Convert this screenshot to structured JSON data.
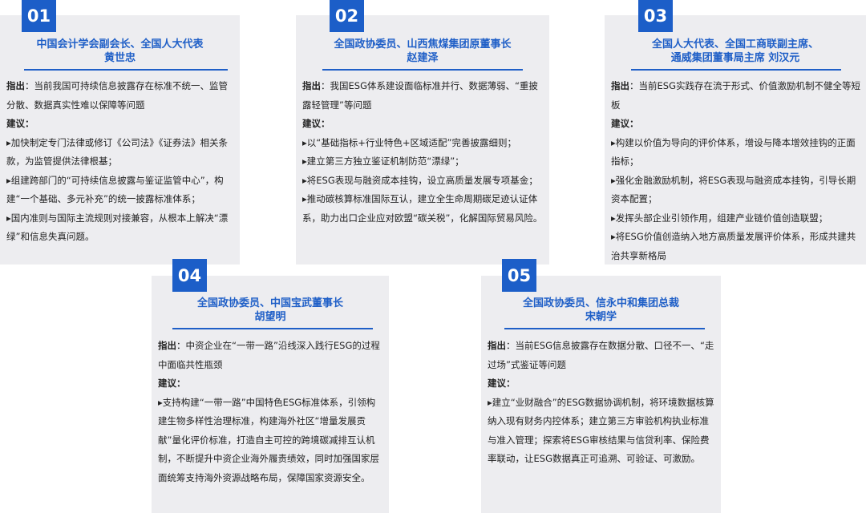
{
  "colors": {
    "accent": "#1c5ec8",
    "card_bg": "#ededf0",
    "text": "#222222"
  },
  "cards": [
    {
      "number": "01",
      "title_line1": "中国会计学会副会长、全国人大代表",
      "title_line2": "黄世忠",
      "points_label": "指出",
      "points_text": "：当前我国可持续信息披露存在标准不统一、监管分散、数据真实性难以保障等问题",
      "suggest_label": "建议：",
      "items": [
        "▸加快制定专门法律或修订《公司法》《证券法》相关条款，为监管提供法律根基；",
        "▸组建跨部门的“可持续信息披露与鉴证监管中心”，构建“一个基础、多元补充”的统一披露标准体系；",
        "▸国内准则与国际主流规则对接兼容，从根本上解决“漂绿”和信息失真问题。"
      ]
    },
    {
      "number": "02",
      "title_line1": "全国政协委员、山西焦煤集团原董事长",
      "title_line2": "赵建泽",
      "points_label": "指出",
      "points_text": "：我国ESG体系建设面临标准并行、数据薄弱、“重披露轻管理”等问题",
      "suggest_label": "建议：",
      "items": [
        "▸以“基础指标+行业特色+区域适配”完善披露细则；",
        "▸建立第三方独立鉴证机制防范“漂绿”；",
        "▸将ESG表现与融资成本挂钩，设立高质量发展专项基金；",
        "▸推动碳核算标准国际互认，建立全生命周期碳足迹认证体系，助力出口企业应对欧盟“碳关税”，化解国际贸易风险。"
      ]
    },
    {
      "number": "03",
      "title_line1": "全国人大代表、全国工商联副主席、",
      "title_line2": "通威集团董事局主席  刘汉元",
      "points_label": "指出",
      "points_text": "：当前ESG实践存在流于形式、价值激励机制不健全等短板",
      "suggest_label": "建议：",
      "items": [
        "▸构建以价值为导向的评价体系，增设与降本增效挂钩的正面指标；",
        "▸强化金融激励机制，将ESG表现与融资成本挂钩，引导长期资本配置；",
        "▸发挥头部企业引领作用，组建产业链价值创造联盟；",
        "▸将ESG价值创造纳入地方高质量发展评价体系，形成共建共治共享新格局"
      ]
    },
    {
      "number": "04",
      "title_line1": "全国政协委员、中国宝武董事长",
      "title_line2": "胡望明",
      "points_label": "指出",
      "points_text": "：中资企业在“一带一路”沿线深入践行ESG的过程中面临共性瓶颈",
      "suggest_label": "建议：",
      "items": [
        "▸支持构建“一带一路”中国特色ESG标准体系，引领构建生物多样性治理标准，构建海外社区“增量发展贡献”量化评价标准，打造自主可控的跨境碳减排互认机制，不断提升中资企业海外履责绩效，同时加强国家层面统筹支持海外资源战略布局，保障国家资源安全。"
      ]
    },
    {
      "number": "05",
      "title_line1": "全国政协委员、信永中和集团总裁",
      "title_line2": "宋朝学",
      "points_label": "指出",
      "points_text": "：当前ESG信息披露存在数据分散、口径不一、“走过场”式鉴证等问题",
      "suggest_label": "建议：",
      "items": [
        "▸建立“业财融合”的ESG数据协调机制，将环境数据核算纳入现有财务内控体系；建立第三方审验机构执业标准与准入管理；探索将ESG审核结果与信贷利率、保险费率联动，让ESG数据真正可追溯、可验证、可激励。"
      ]
    }
  ]
}
